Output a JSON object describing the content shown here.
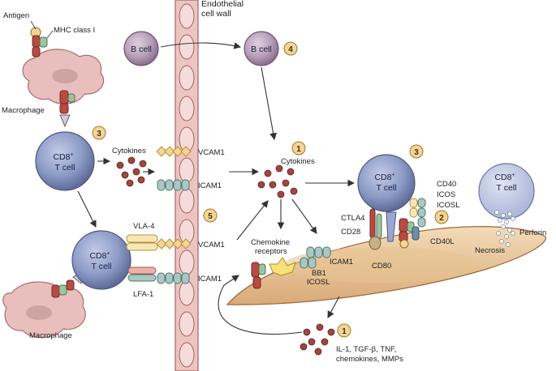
{
  "labels": {
    "endothelial": [
      "Endothelial",
      "cell wall"
    ],
    "antigen": "Antigen",
    "mhc": "MHC class I",
    "macrophage_top": "Macrophage",
    "macrophage_bottom": "Macrophage",
    "b_cell_left": "B cell",
    "b_cell_right": "B cell",
    "cytokines_left": "Cytokines",
    "cytokines_center": "Cytokines",
    "vcam1_top": "VCAM1",
    "icam1_top": "ICAM1",
    "vla4": "VLA-4",
    "lfa1": "LFA-1",
    "vcam1_bottom": "VCAM1",
    "icam1_bottom": "ICAM1",
    "chemokine_receptors": [
      "Chemokine",
      "receptors"
    ],
    "icam1_target": "ICAM1",
    "bb1": "BB1",
    "icosl_lower": "ICOSL",
    "ctla4": "CTLA4",
    "cd28": "CD28",
    "cd80": "CD80",
    "cd40": "CD40",
    "icos": "ICOS",
    "icosl_upper": "ICOSL",
    "cd40l": "CD40L",
    "necrosis": "Necrosis",
    "perforin": "Perforin",
    "outputs": [
      "IL-1, TGF-β, TNF,",
      "chemokines, MMPs"
    ]
  },
  "tcell": {
    "main": "CD8",
    "sup": "+",
    "sub": "T cell"
  },
  "badges": {
    "b4": "4",
    "b3_left": "3",
    "b1_center": "1",
    "b3_right": "3",
    "b5": "5",
    "b2": "2",
    "b1_bottom": "1"
  },
  "colors": {
    "endothelial_fill": "#ecc5c3",
    "endothelial_stroke": "#a8625f",
    "tcell_fill": "#8e9cc8",
    "bcell_fill": "#b7a0b9",
    "macrophage_fill": "#e8bfbd",
    "badge_fill": "#f6d493",
    "target_fill": "#e9c79c",
    "cytokine_fill": "#a0463f"
  }
}
